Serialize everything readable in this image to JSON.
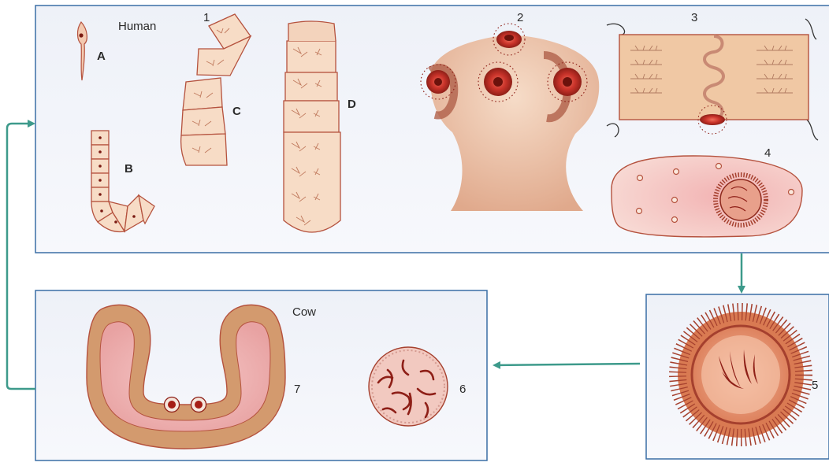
{
  "panels": {
    "human": {
      "title": "Human"
    },
    "cow": {
      "title": "Cow"
    }
  },
  "labels": {
    "A": "A",
    "B": "B",
    "C": "C",
    "D": "D",
    "n1": "1",
    "n2": "2",
    "n3": "3",
    "n4": "4",
    "n5": "5",
    "n6": "6",
    "n7": "7"
  },
  "colors": {
    "panel_border": "#3a6ea5",
    "arrow": "#3d9a8b",
    "tissue_fill": "#f7dcc6",
    "tissue_stroke": "#b5523e",
    "flesh": "#e8c0a2",
    "dark_red": "#8e1f17"
  }
}
